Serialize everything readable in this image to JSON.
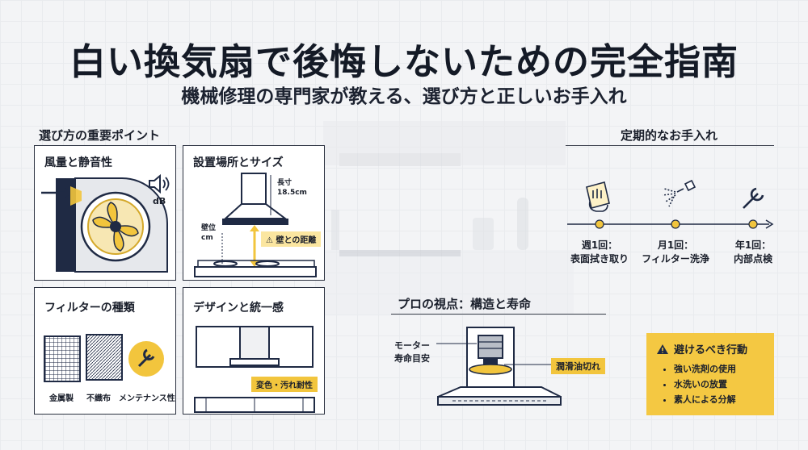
{
  "title": "白い換気扇で後悔しないための完全指南",
  "subtitle": "機械修理の専門家が教える、選び方と正しいお手入れ",
  "selection": {
    "heading": "選び方の重要ポイント",
    "cards": {
      "airflow": {
        "title": "風量と静音性",
        "db_label": "dB"
      },
      "install": {
        "title": "設置場所とサイズ",
        "height_label": "長寸\n18.5cm",
        "wall_label": "壁位\ncm",
        "warning_label": "壁との距離"
      },
      "filter": {
        "title": "フィルターの種類",
        "items": [
          "金属製",
          "不織布",
          "メンテナンス性"
        ]
      },
      "design": {
        "title": "デザインと統一感",
        "badge": "変色・汚れ耐性"
      }
    }
  },
  "maintenance": {
    "heading": "定期的なお手入れ",
    "steps": [
      {
        "label": "週1回：\n表面拭き取り",
        "icon": "cloth-hand-icon"
      },
      {
        "label": "月1回：\nフィルター洗浄",
        "icon": "spray-nozzle-icon"
      },
      {
        "label": "年1回：\n内部点検",
        "icon": "wrench-icon"
      }
    ]
  },
  "pro": {
    "heading": "プロの視点：構造と寿命",
    "motor_label": "モーター\n寿命目安",
    "lubricant_label": "潤滑油切れ"
  },
  "avoid": {
    "title": "避けるべき行動",
    "items": [
      "強い洗剤の使用",
      "水洗いの放置",
      "素人による分解"
    ]
  },
  "colors": {
    "accent": "#f2c53d",
    "ink": "#1a1f2b",
    "navy": "#1f2a44"
  }
}
